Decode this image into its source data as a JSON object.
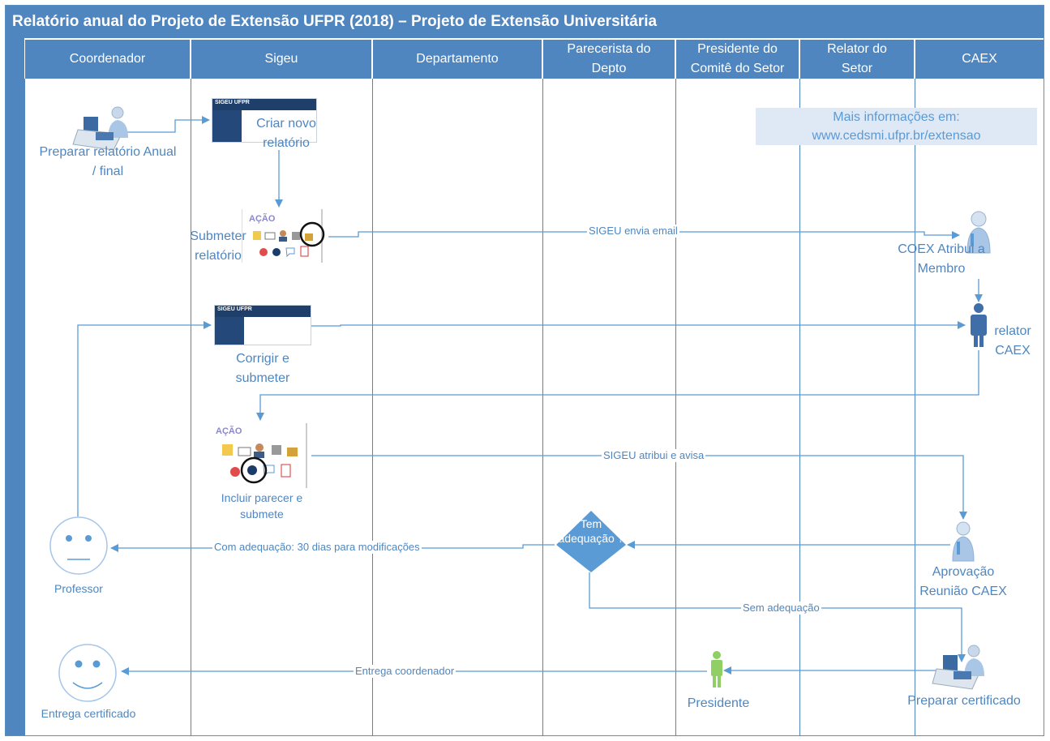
{
  "title": "Relatório anual do Projeto de Extensão UFPR (2018) – Projeto de Extensão Universitária",
  "lanes": [
    "Coordenador",
    "Sigeu",
    "Departamento",
    "Parecerista do Depto",
    "Presidente do Comitê do Setor",
    "Relator do Setor",
    "CAEX"
  ],
  "info": {
    "line1": "Mais informações em:",
    "line2": "www.cedsmi.ufpr.br/extensao"
  },
  "nodes": {
    "preparar_relatorio": "Preparar relatório Anual / final",
    "criar_novo_relatorio": "Criar novo relatório",
    "submeter_relatorio": "Submeter relatório",
    "coex": "COEX Atribui a Membro",
    "relator_caex": "relator CAEX",
    "corrigir_submeter": "Corrigir e submeter",
    "incluir_parecer": "Incluir parecer e submete",
    "professor": "Professor",
    "tem_adequacao": "Tem adequação ?",
    "aprovacao": "Aprovação Reunião CAEX",
    "entrega_certificado": "Entrega certificado",
    "presidente": "Presidente",
    "preparar_certificado": "Preparar certificado"
  },
  "connectors": {
    "sigeu_envia_email": "SIGEU envia email",
    "sigeu_atribui": "SIGEU atribui e avisa",
    "com_adequacao": "Com adequação: 30 dias para modificações",
    "sem_adequacao": "Sem adequação",
    "entrega_coordenador": "Entrega coordenador"
  },
  "screens": {
    "sigeu_brand": "SIGEU",
    "ufpr_brand": "UFPR",
    "acao_label": "AÇÃO"
  },
  "colors": {
    "accent": "#4f86c0",
    "arrow": "#5b9bd5",
    "info_bg": "#dfe9f5"
  }
}
